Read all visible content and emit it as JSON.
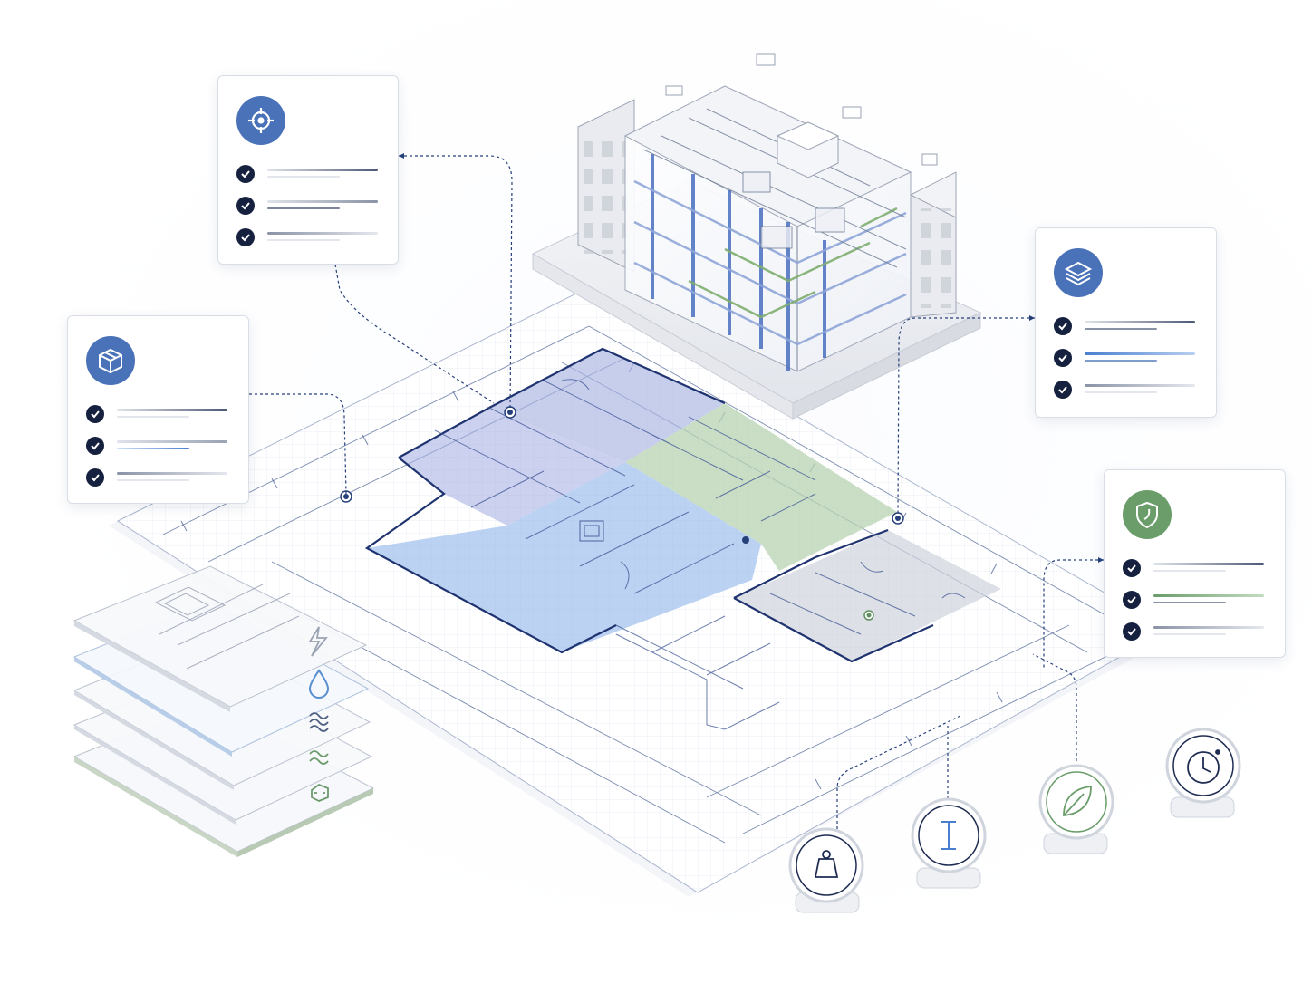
{
  "colors": {
    "navy": "#15213f",
    "blue_accent": "#4a72b8",
    "green_accent": "#6a9d6a",
    "line": "#26407a",
    "zone_blue": "#8fb4ea",
    "zone_violet": "#a9b3e2",
    "zone_green": "#b7d3b2",
    "zone_grey": "#cfd3dc"
  },
  "cards": [
    {
      "icon": "crosshair-icon",
      "accent": "blue",
      "bar_tones": [
        "navy",
        "grey",
        "grey"
      ]
    },
    {
      "icon": "cube-icon",
      "accent": "blue",
      "bar_tones": [
        "navy",
        "blue",
        "grey"
      ]
    },
    {
      "icon": "layers-icon",
      "accent": "blue",
      "bar_tones": [
        "navy",
        "blue",
        "grey"
      ]
    },
    {
      "icon": "shield-icon",
      "accent": "green",
      "bar_tones": [
        "navy",
        "green",
        "grey"
      ]
    }
  ],
  "layer_stack": {
    "layers": [
      {
        "icon": "electric-bolt-icon",
        "tint": "grey"
      },
      {
        "icon": "water-drop-icon",
        "tint": "blue"
      },
      {
        "icon": "heat-wave-icon",
        "tint": "grey"
      },
      {
        "icon": "air-flow-icon",
        "tint": "grey"
      },
      {
        "icon": "structure-hex-icon",
        "tint": "green"
      }
    ]
  },
  "metric_badges": [
    {
      "icon": "weight-icon"
    },
    {
      "icon": "height-measure-icon"
    },
    {
      "icon": "leaf-icon"
    },
    {
      "icon": "clock-icon"
    }
  ]
}
